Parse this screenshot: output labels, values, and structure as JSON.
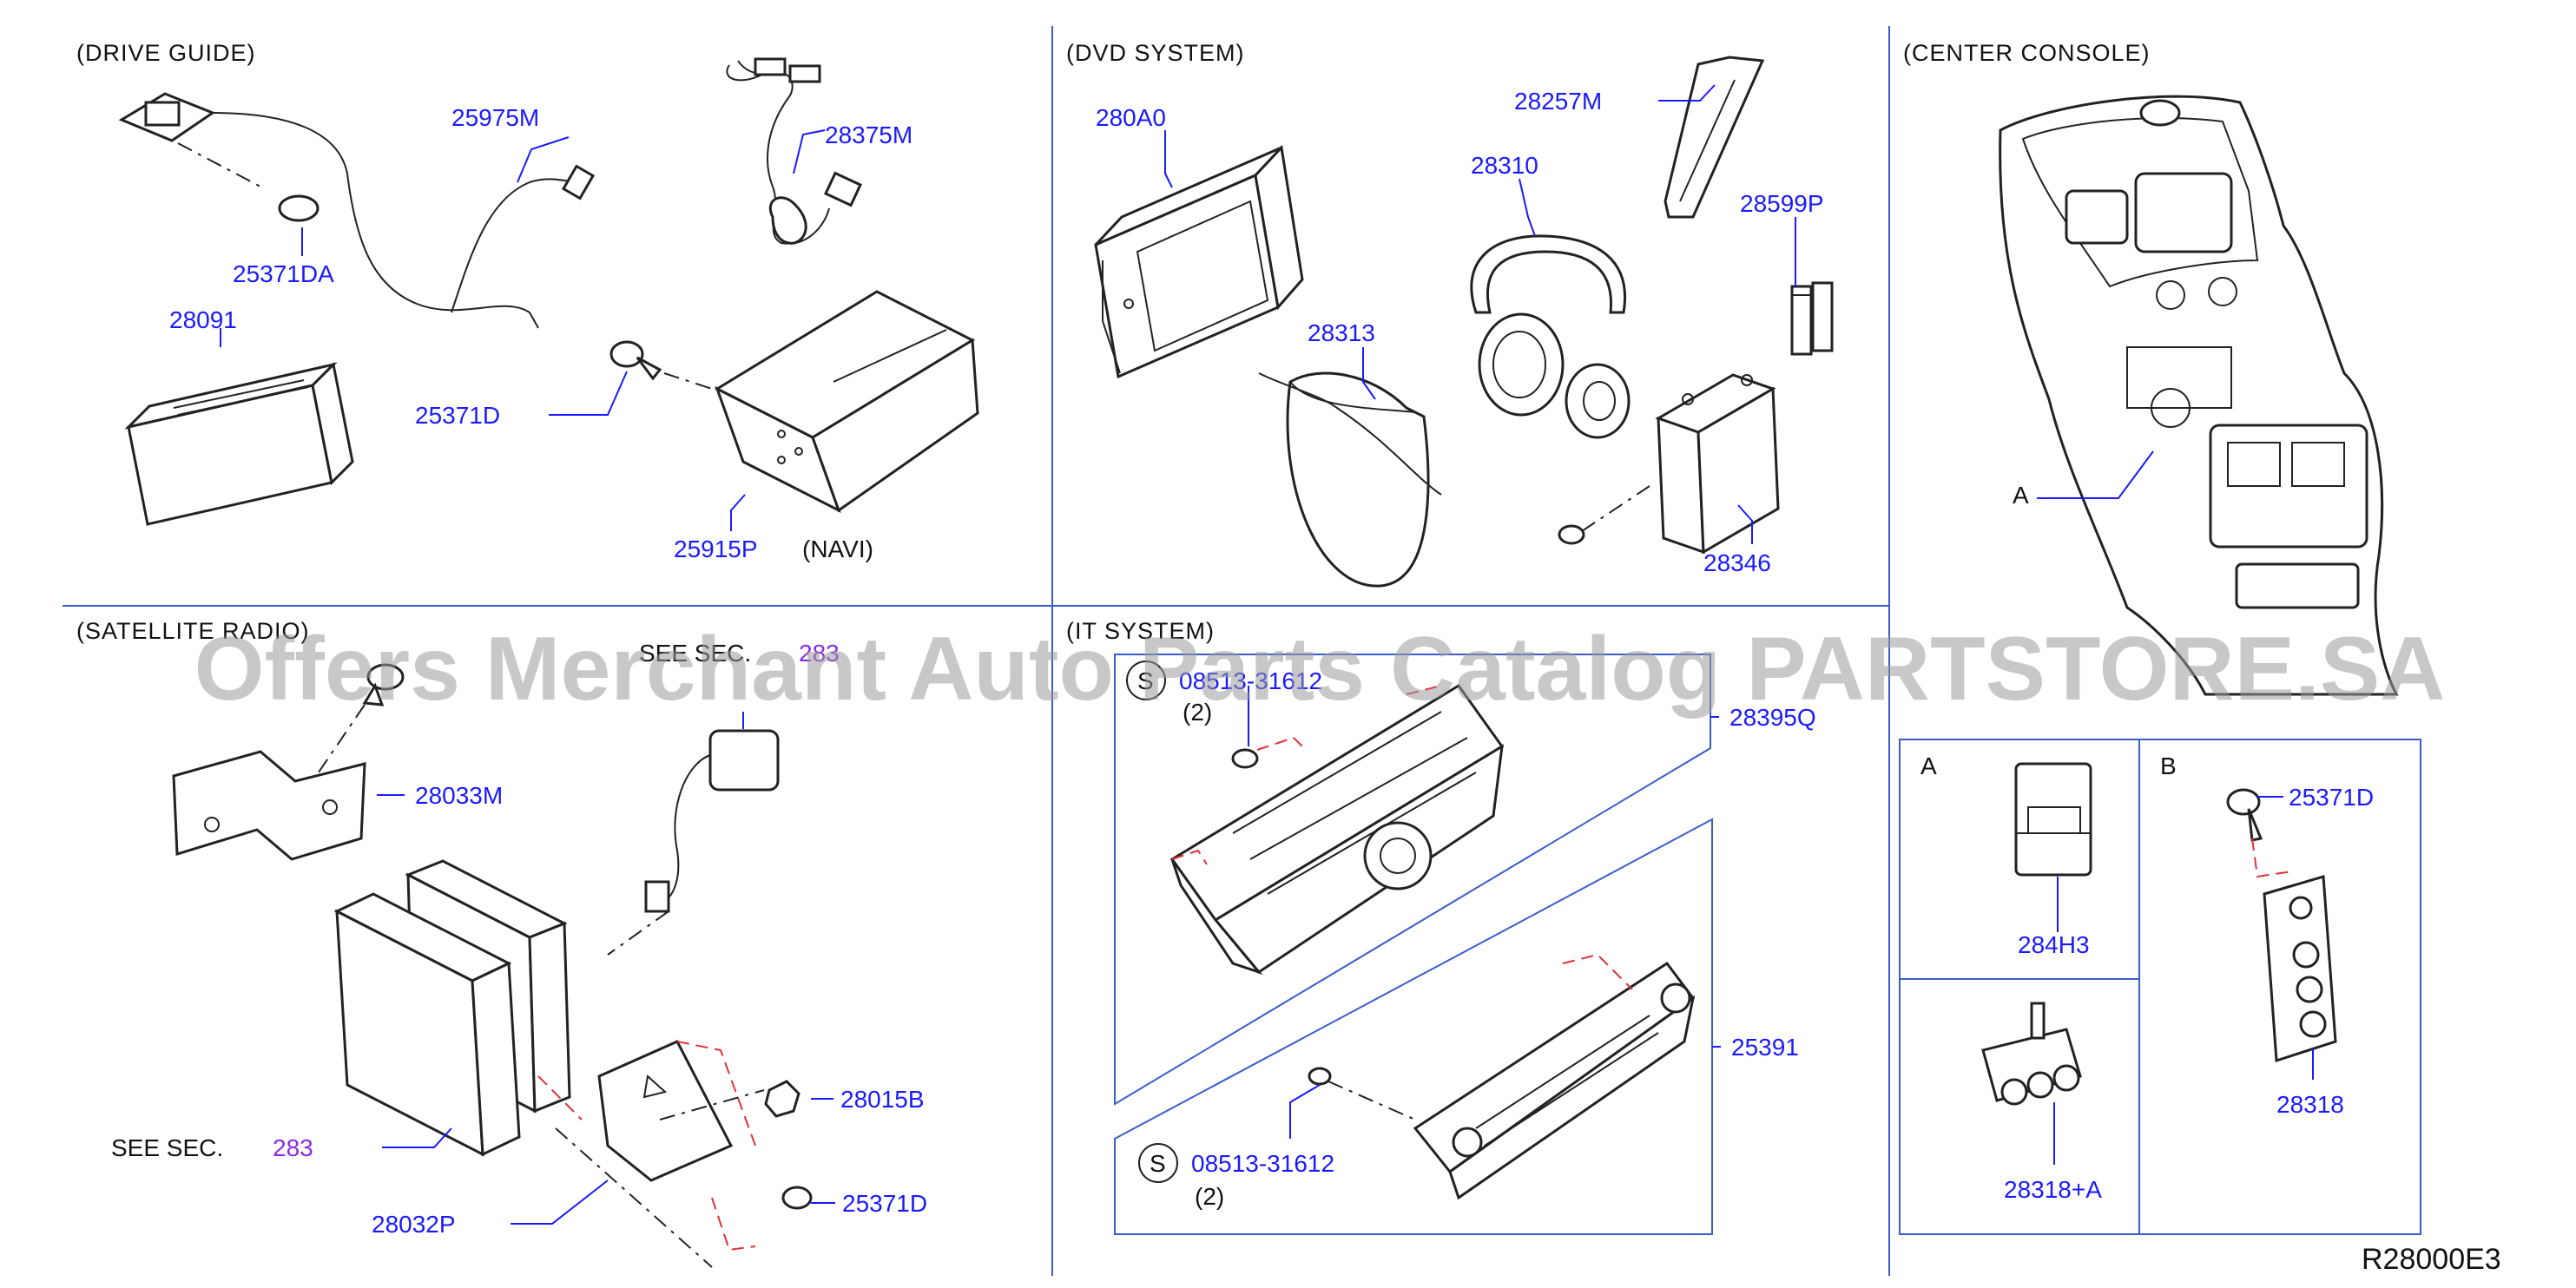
{
  "sections": {
    "drive_guide": "(DRIVE   GUIDE)",
    "dvd_system": "(DVD   SYSTEM)",
    "center_console": "(CENTER   CONSOLE)",
    "satellite_radio": "(SATELLITE   RADIO)",
    "it_system": "(IT   SYSTEM)"
  },
  "drive_guide": {
    "p25975M": "25975M",
    "p28375M": "28375M",
    "p25371DA": "25371DA",
    "p28091": "28091",
    "p25371D": "25371D",
    "p25915P": "25915P",
    "navi": "(NAVI)"
  },
  "dvd_system": {
    "p280A0": "280A0",
    "p28257M": "28257M",
    "p28310": "28310",
    "p28599P": "28599P",
    "p28313": "28313",
    "p28346": "28346"
  },
  "center_console": {
    "marker_a": "A",
    "inset_a_title": "A",
    "inset_b_title": "B",
    "p284H3": "284H3",
    "p28318A": "28318+A",
    "p25371D": "25371D",
    "p28318": "28318"
  },
  "satellite_radio": {
    "see_sec_top": "SEE   SEC.",
    "see_sec_top_num": "283",
    "p28033M": "28033M",
    "p28015B": "28015B",
    "p25371D": "25371D",
    "see_sec_bottom": "SEE   SEC.",
    "see_sec_bottom_num": "283",
    "p28032P": "28032P"
  },
  "it_system": {
    "s_symbol": "S",
    "screw_top": "08513-31612",
    "qty_top": "(2)",
    "p28395Q": "28395Q",
    "p25391": "25391",
    "screw_bottom": "08513-31612",
    "qty_bottom": "(2)"
  },
  "reference_code": "R28000E3",
  "watermark": "Offers Merchant Auto Parts Catalog PARTSTORE.SA"
}
